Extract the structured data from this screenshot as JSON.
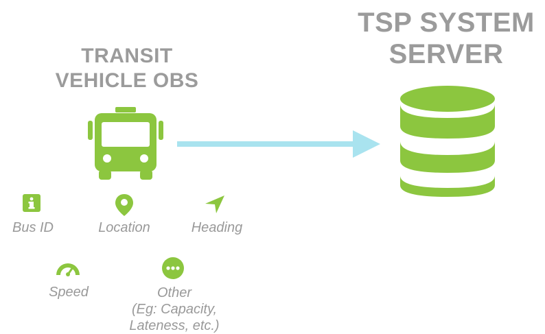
{
  "left_title": {
    "line1": "TRANSIT",
    "line2": "VEHICLE OBS"
  },
  "right_title": {
    "line1": "TSP SYSTEM",
    "line2": "SERVER"
  },
  "colors": {
    "accent": "#8cc63f",
    "arrow": "#a9e3ef",
    "title": "#9b9b9b",
    "label": "#999999"
  },
  "icons": {
    "vehicle": "bus-icon",
    "server": "database-icon",
    "flow": "right-arrow",
    "bus_id": "info-icon",
    "location": "map-pin-icon",
    "heading": "navigation-arrow-icon",
    "speed": "speedometer-icon",
    "other": "ellipsis-icon"
  },
  "attributes": {
    "bus_id": "Bus ID",
    "location": "Location",
    "heading": "Heading",
    "speed": "Speed",
    "other": {
      "line1": "Other",
      "line2": "(Eg: Capacity,",
      "line3": "Lateness, etc.)"
    }
  }
}
